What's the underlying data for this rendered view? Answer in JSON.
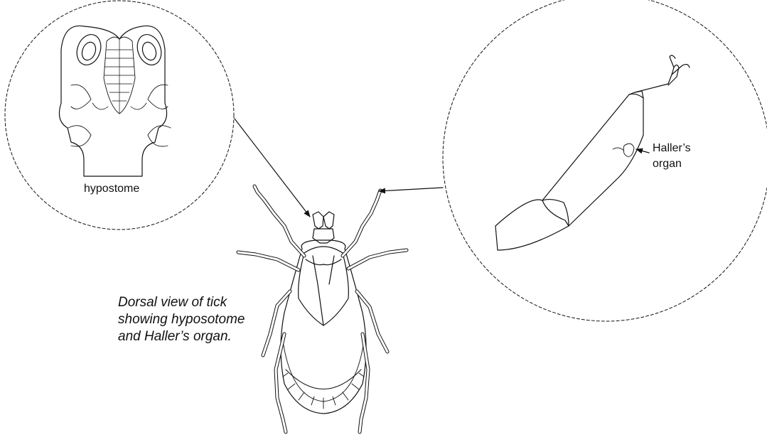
{
  "figure": {
    "hypostome_label": "hypostome",
    "haller_label_line1": "Haller’s",
    "haller_label_line2": "organ",
    "caption_line1": "Dorsal  view of tick",
    "caption_line2": "showing hyposotome",
    "caption_line3": "and Haller’s organ."
  },
  "colors": {
    "ink": "#111111",
    "background": "#ffffff"
  }
}
